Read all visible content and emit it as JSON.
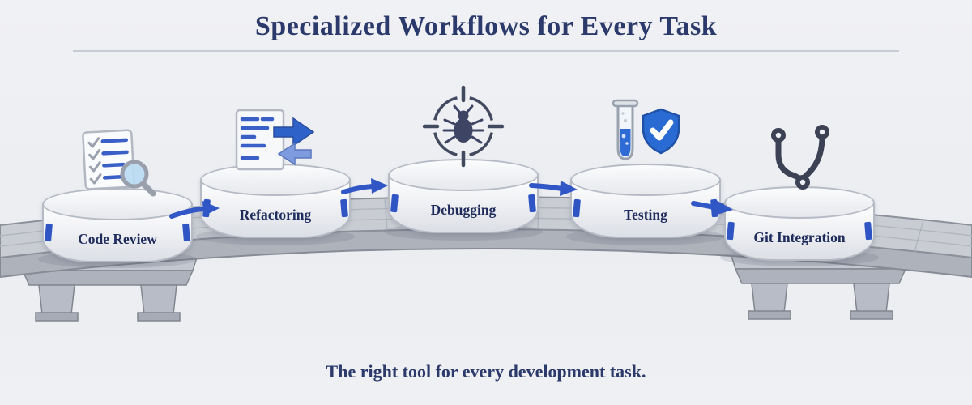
{
  "page": {
    "title": "Specialized Workflows for Every Task",
    "caption": "The right tool for every development task."
  },
  "steps": [
    {
      "label": "Code Review",
      "icon": "code-review-icon"
    },
    {
      "label": "Refactoring",
      "icon": "refactoring-icon"
    },
    {
      "label": "Debugging",
      "icon": "debugging-icon"
    },
    {
      "label": "Testing",
      "icon": "testing-icon"
    },
    {
      "label": "Git Integration",
      "icon": "git-integration-icon"
    }
  ],
  "flow": {
    "direction": "left-to-right",
    "arrow_count": 4
  },
  "colors": {
    "accent_blue": "#2e55c3",
    "arrow_blue": "#3156c6",
    "title_navy": "#2b3a6b",
    "platform_white": "#f4f5f7",
    "bridge_gray": "#c9ccd3"
  }
}
